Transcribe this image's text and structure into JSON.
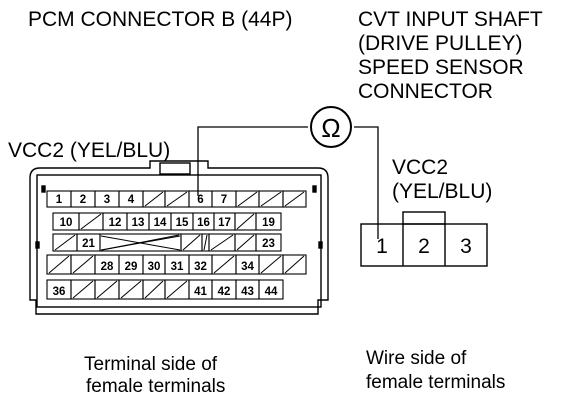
{
  "left_title": "PCM CONNECTOR B (44P)",
  "right_title": [
    "CVT INPUT SHAFT",
    "(DRIVE PULLEY)",
    "SPEED SENSOR",
    "CONNECTOR"
  ],
  "left_wire_label": "VCC2 (YEL/BLU)",
  "right_wire_label": [
    "VCC2",
    "(YEL/BLU)"
  ],
  "meter_symbol": "Ω",
  "left_caption": [
    "Terminal side of",
    "female terminals"
  ],
  "right_caption": [
    "Wire side of",
    "female terminals"
  ],
  "connector_b_rows": [
    [
      "1",
      "2",
      "3",
      "4",
      "",
      "",
      "6",
      "7",
      "",
      "",
      ""
    ],
    [
      "10",
      "",
      "12",
      "13",
      "14",
      "15",
      "16",
      "17",
      "",
      "19"
    ],
    [
      "",
      "21",
      "",
      "",
      "",
      "",
      "",
      "23",
      "",
      ""
    ],
    [
      "",
      "",
      "28",
      "29",
      "30",
      "31",
      "32",
      "",
      "34",
      "",
      ""
    ],
    [
      "36",
      "",
      "",
      "",
      "",
      "",
      "41",
      "42",
      "43",
      "44"
    ]
  ],
  "sensor_pins": [
    "1",
    "2",
    "3"
  ]
}
